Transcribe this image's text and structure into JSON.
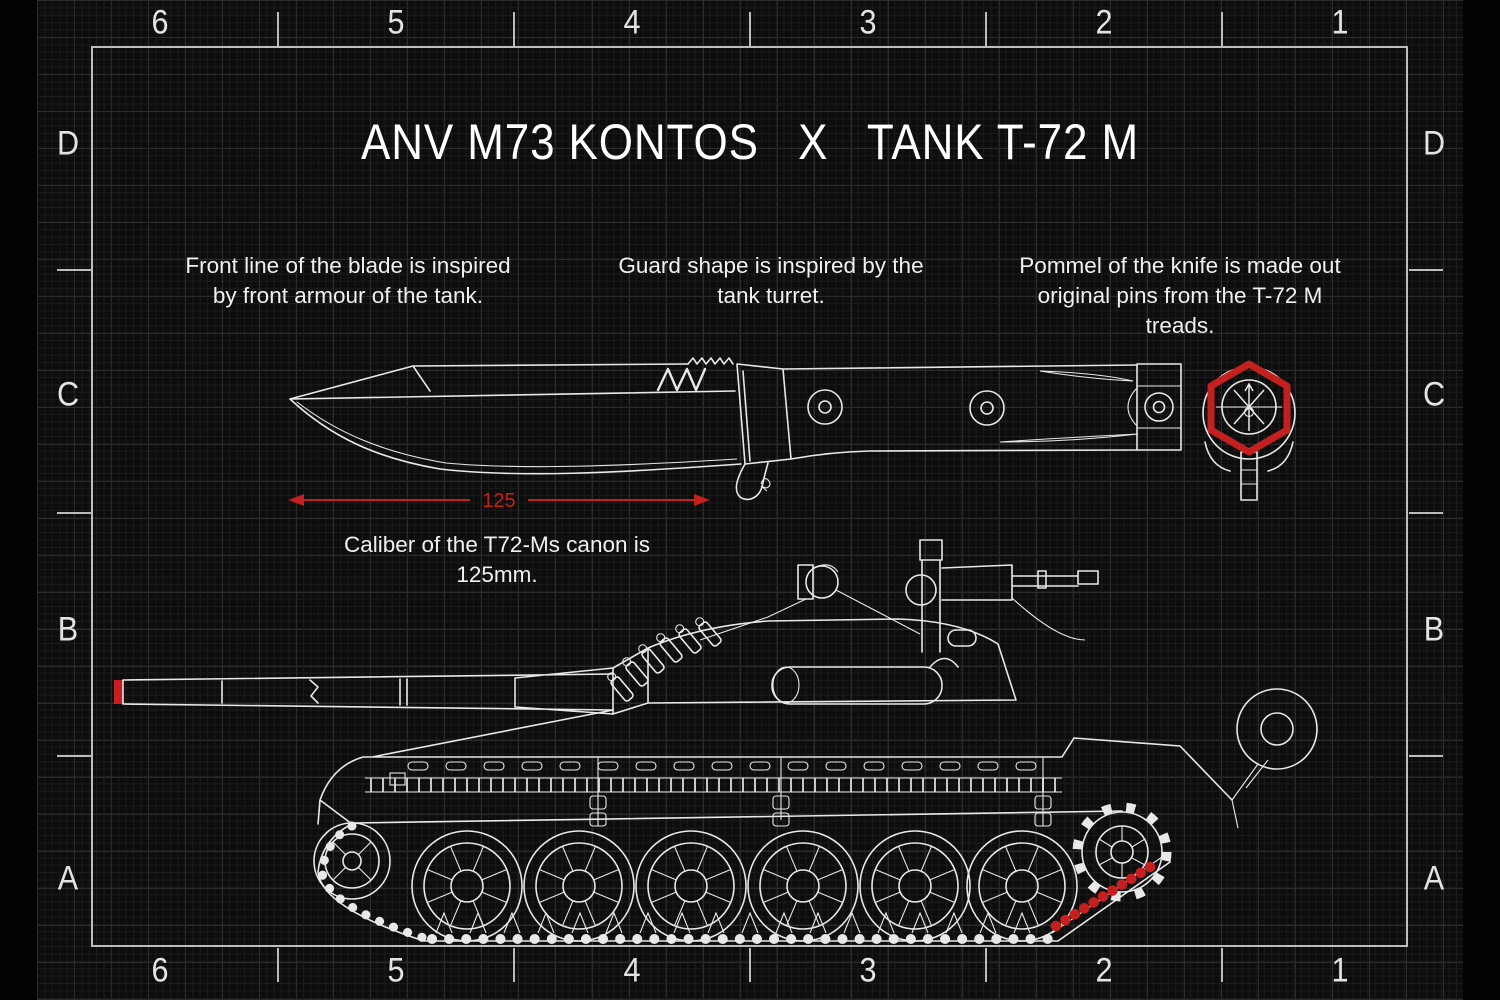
{
  "title": "ANV M73 KONTOS   X   TANK T-72 M",
  "coordinates": {
    "columns": [
      "6",
      "5",
      "4",
      "3",
      "2",
      "1"
    ],
    "rows": [
      "D",
      "C",
      "B",
      "A"
    ]
  },
  "annotations": {
    "blade": [
      "Front line of the blade is inspired",
      "by front armour of the tank."
    ],
    "guard": [
      "Guard shape is inspired by the",
      "tank turret."
    ],
    "pommel": [
      "Pommel of the knife is made out",
      "original pins from the T-72 M",
      "treads."
    ],
    "caliber": [
      "Caliber of the T72-Ms canon is",
      "125mm."
    ]
  },
  "dimension": {
    "value": "125"
  },
  "colors": {
    "accent_red": "#c42020",
    "line_white": "#e8e8e8",
    "frame_gray": "#bdbdbd",
    "background": "#0d0d0d"
  }
}
